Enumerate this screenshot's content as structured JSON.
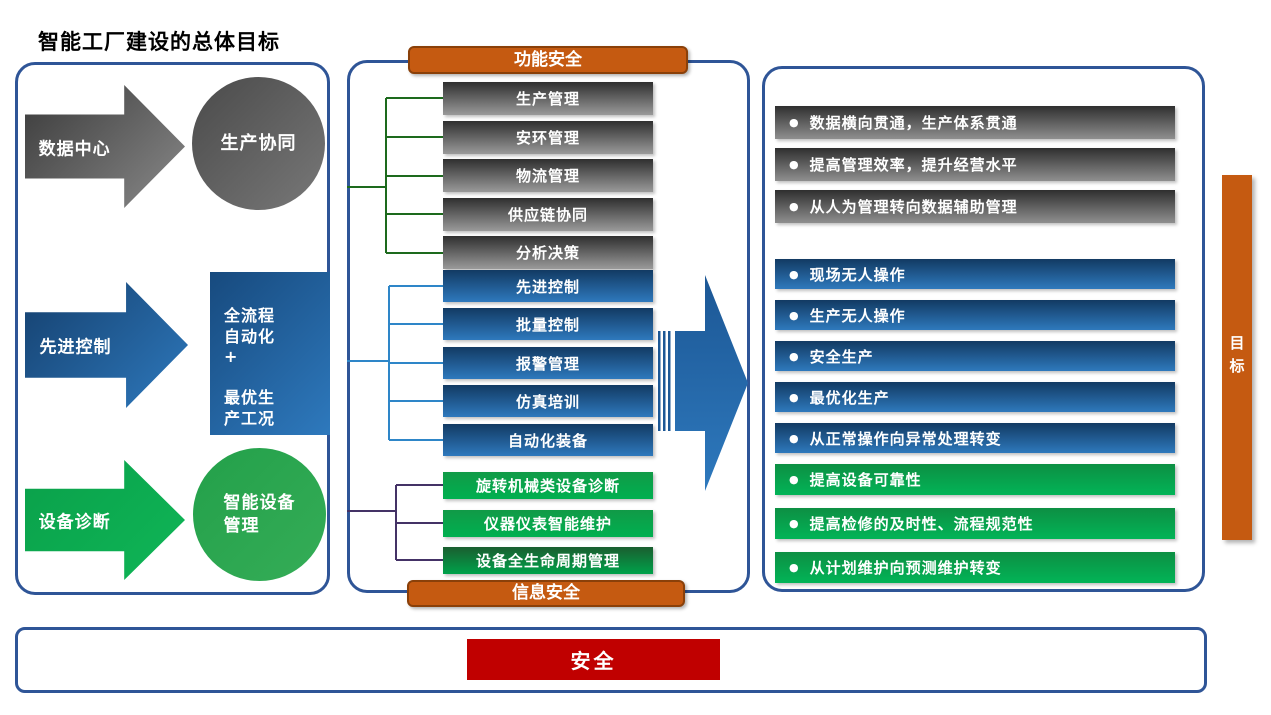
{
  "title": "智能工厂建设的总体目标",
  "left_panel": {
    "rows": [
      {
        "arrow": "数据中心",
        "target": "生产协同",
        "color": "gray",
        "shape": "circle"
      },
      {
        "arrow": "先进控制",
        "target": "全流程\n自动化\n+\n\n最优生\n产工况",
        "color": "blue",
        "shape": "box"
      },
      {
        "arrow": "设备诊断",
        "target": "智能设备\n管理",
        "color": "green",
        "shape": "circle"
      }
    ]
  },
  "middle_panel": {
    "top_banner": "功能安全",
    "bottom_banner": "信息安全",
    "gray_bars": [
      "生产管理",
      "安环管理",
      "物流管理",
      "供应链协同",
      "分析决策"
    ],
    "blue_bars": [
      "先进控制",
      "批量控制",
      "报警管理",
      "仿真培训",
      "自动化装备"
    ],
    "green_bars": [
      "旋转机械类设备诊断",
      "仪器仪表智能维护",
      "设备全生命周期管理"
    ]
  },
  "right_panel": {
    "bullet": "●",
    "gray_items": [
      "数据横向贯通，生产体系贯通",
      "提高管理效率，提升经营水平",
      "从人为管理转向数据辅助管理"
    ],
    "blue_items": [
      "现场无人操作",
      "生产无人操作",
      "安全生产",
      "最优化生产",
      "从正常操作向异常处理转变"
    ],
    "green_items": [
      "提高设备可靠性",
      "提高检修的及时性、流程规范性",
      "从计划维护向预测维护转变"
    ]
  },
  "side_label": "目标",
  "bottom_banner": {
    "label": "安全"
  },
  "colors": {
    "accent_orange": "#C55A11",
    "banner_red": "#C00000",
    "green": "#00B050",
    "blue": "#2E75B6",
    "gray": "#595959",
    "panel_border": "#2F5597",
    "connector_green": "#1D6A1D",
    "connector_blue": "#2E86C8",
    "connector_purple": "#443266"
  }
}
